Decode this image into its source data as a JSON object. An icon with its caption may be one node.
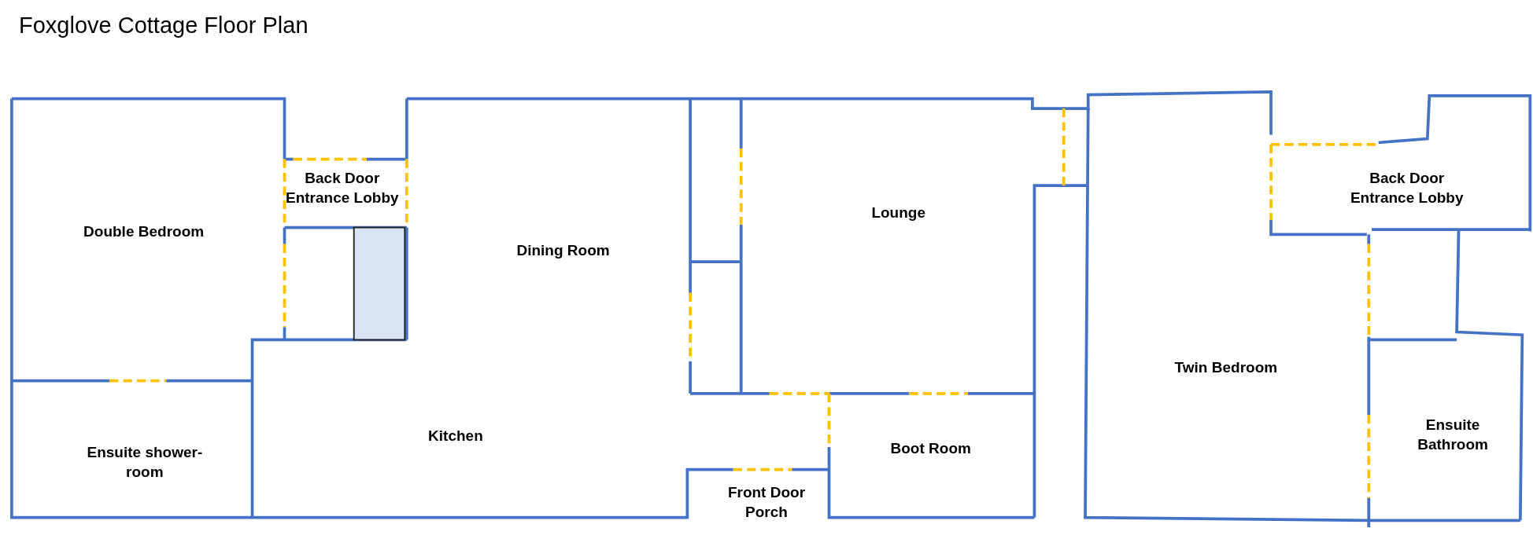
{
  "diagram": {
    "title": "Foxglove Cottage Floor Plan",
    "nodes": [
      {
        "text": [
          "Back Door Entrance Lobby"
        ]
      },
      {
        "text": [
          "Back Door Entrance Lobby"
        ]
      },
      {
        "text": [
          "Lounge"
        ]
      },
      {
        "text": [
          "Double Bedroom"
        ]
      },
      {
        "text": [
          "Dining Room"
        ]
      },
      {
        "text": [
          "Twin Bedroom"
        ]
      },
      {
        "text": [
          "Kitchen"
        ]
      },
      {
        "text": [
          "Ensuite Bathroom"
        ]
      },
      {
        "text": [
          "Boot Room"
        ]
      },
      {
        "text": [
          "Ensuite shower-room"
        ]
      },
      {
        "text": [
          "Front Door Porch"
        ]
      }
    ]
  }
}
